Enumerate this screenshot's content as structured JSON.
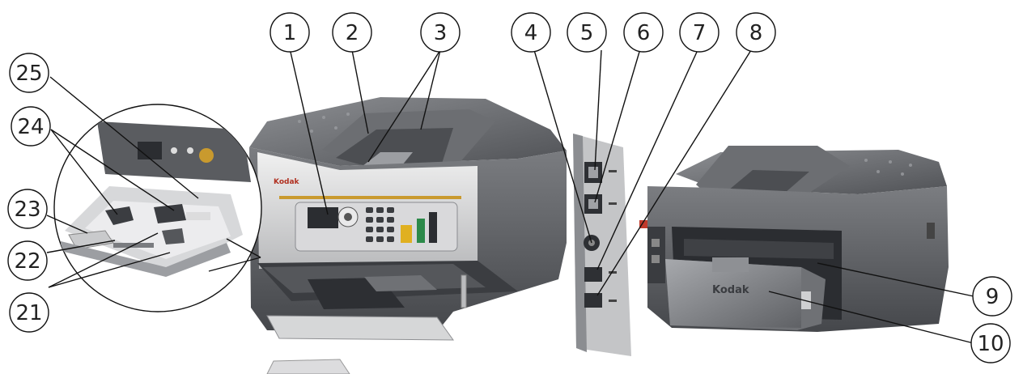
{
  "callouts": [
    "1",
    "2",
    "3",
    "4",
    "5",
    "6",
    "7",
    "8",
    "9",
    "10",
    "21",
    "22",
    "23",
    "24",
    "25"
  ],
  "brand": {
    "front_logo": "Kodak",
    "rear_logo": "Kodak"
  },
  "colors": {
    "body_dark": "#5b5d61",
    "body_mid": "#8a8c90",
    "body_light": "#c9cacc",
    "panel_silver": "#d8d8d8",
    "accent_gold": "#c99a2e",
    "line": "#111111"
  }
}
